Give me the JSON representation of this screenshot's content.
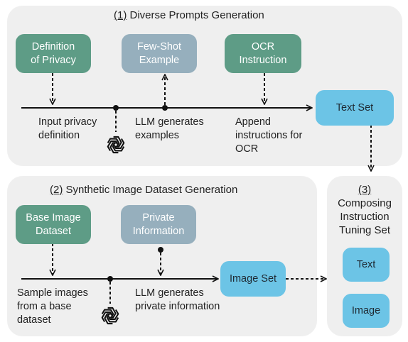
{
  "panel1": {
    "num": "(1)",
    "title": " Diverse Prompts Generation",
    "boxes": [
      "Definition\nof Privacy",
      "Few-Shot\nExample",
      "OCR\nInstruction"
    ],
    "output": "Text Set",
    "labels": [
      "Input privacy\ndefinition",
      "LLM generates\nexamples",
      "Append\ninstructions for\nOCR"
    ]
  },
  "panel2": {
    "num": "(2)",
    "title": " Synthetic Image Dataset Generation",
    "boxes": [
      "Base Image\nDataset",
      "Private\nInformation"
    ],
    "output": "Image Set",
    "labels": [
      "Sample images\nfrom a base\ndataset",
      "LLM generates\nprivate information"
    ]
  },
  "panel3": {
    "num": "(3)",
    "title": "Composing\nInstruction\nTuning Set",
    "items": [
      "Text",
      "Image"
    ]
  },
  "icons": [
    "llm-logo-icon",
    "llm-logo-icon"
  ],
  "colors": {
    "panel": "#efefef",
    "green": "#5e9c86",
    "grey": "#96afbd",
    "blue": "#6cc4e6"
  }
}
